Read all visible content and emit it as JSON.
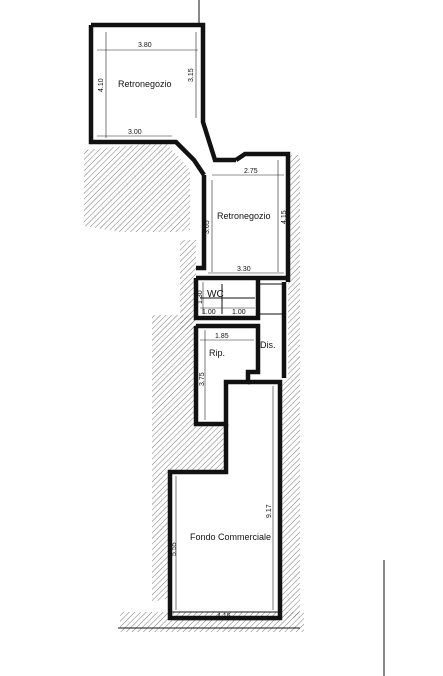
{
  "plan": {
    "rooms": [
      {
        "id": "retronegozio-1",
        "label": "Retronegozio"
      },
      {
        "id": "retronegozio-2",
        "label": "Retronegozio"
      },
      {
        "id": "wc",
        "label": "WC"
      },
      {
        "id": "ripostiglio",
        "label": "Rip."
      },
      {
        "id": "disimpegno",
        "label": "Dis."
      },
      {
        "id": "fondo-commerciale",
        "label": "Fondo Commerciale"
      }
    ],
    "dimensions": {
      "r1_top": "3.80",
      "r1_left": "4.10",
      "r1_inner": "3.15",
      "r1_bottom": "3.00",
      "r2_top": "2.75",
      "r2_right": "4.15",
      "r2_left": "3.65",
      "r2_bottom": "3.30",
      "wc_height": "1.30",
      "wc_width_a": "1.00",
      "wc_width_b": "1.00",
      "rip_width": "1.85",
      "rip_height": "3.75",
      "fondo_right": "9.17",
      "fondo_left": "5.55",
      "fondo_bottom": "4.15"
    }
  }
}
